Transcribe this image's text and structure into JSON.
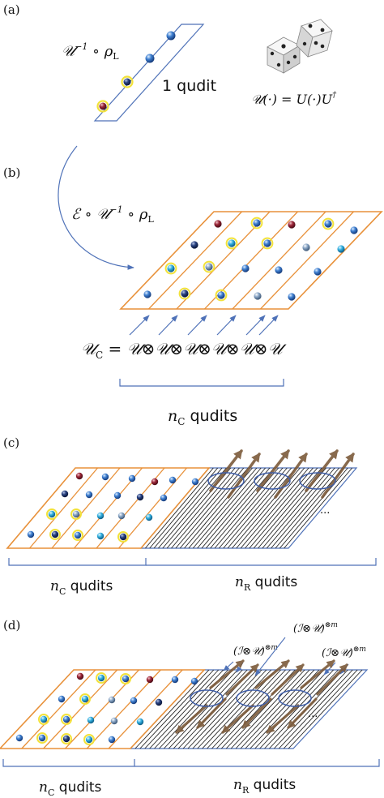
{
  "panels": {
    "a": {
      "label": "(a)",
      "expr_left_main": "𝒰",
      "expr_left_sup": "−1",
      "expr_left_rest": " ∘ ρ",
      "expr_left_sub": "L",
      "qudit_text": "1 qudit",
      "expr_right_main": "𝒰(·) = U(·)U",
      "expr_right_sup": "†"
    },
    "b": {
      "label": "(b)",
      "expr_main": "ℰ ∘ 𝒰",
      "expr_sup": "−1",
      "expr_rest": " ∘ ρ",
      "expr_sub": "L",
      "uc_main": "𝒰",
      "uc_sub": "C",
      "uc_rest": " = 𝒰⊗𝒰⊗𝒰⊗𝒰⊗𝒰⊗𝒰",
      "n_main": "n",
      "n_sub": "C",
      "n_rest": " qudits"
    },
    "c": {
      "label": "(c)",
      "ellipsis": "...",
      "nc_main": "n",
      "nc_sub": "C",
      "nc_rest": " qudits",
      "nr_main": "n",
      "nr_sub": "R",
      "nr_rest": " qudits"
    },
    "d": {
      "label": "(d)",
      "ellipsis": "...",
      "op_text": "(ℐ⊗𝒰)",
      "op_sup": "⊗m",
      "nc_main": "n",
      "nc_sub": "C",
      "nc_rest": " qudits",
      "nr_main": "n",
      "nr_sub": "R",
      "nr_rest": " qudits"
    }
  },
  "colors": {
    "orange": "#E8913A",
    "blue_line": "#4F72B8",
    "hatch": "#222222",
    "arrow_brown": "#8B6B47",
    "ball_blue": "#2F6FC0",
    "ball_navy": "#1C2F6B",
    "ball_red": "#8E1E2E",
    "ball_light": "#6F8FB0",
    "ball_cyan": "#2FA8D8",
    "ring_yellow": "#F2E23A"
  }
}
